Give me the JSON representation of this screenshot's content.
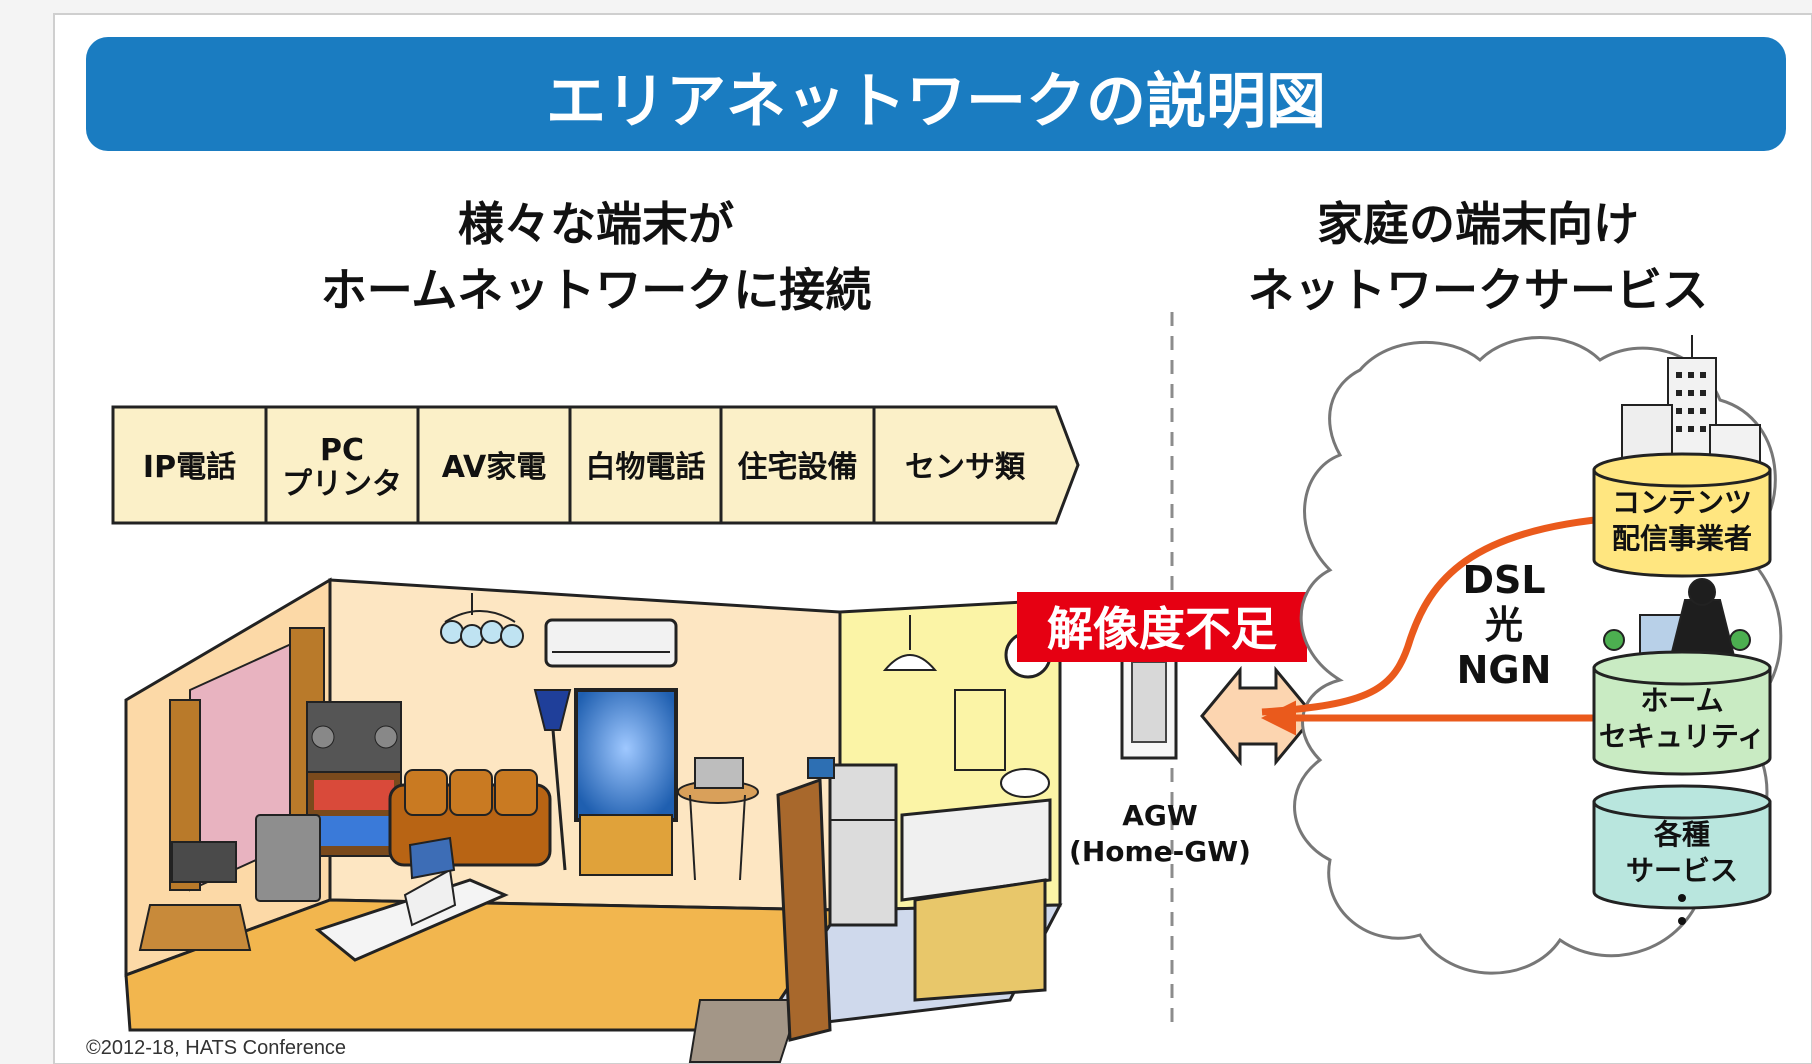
{
  "title": "エリアネットワークの説明図",
  "left_heading": [
    "様々な端末が",
    "ホームネットワークに接続"
  ],
  "right_heading": [
    "家庭の端末向け",
    "ネットワークサービス"
  ],
  "device_categories": [
    {
      "label": [
        "IP電話"
      ]
    },
    {
      "label": [
        "PC",
        "プリンタ"
      ]
    },
    {
      "label": [
        "AV家電"
      ]
    },
    {
      "label": [
        "白物電話"
      ]
    },
    {
      "label": [
        "住宅設備"
      ]
    },
    {
      "label": [
        "センサ類"
      ]
    }
  ],
  "badge": "解像度不足",
  "gateway": [
    "AGW",
    "(Home-GW)"
  ],
  "network_types": [
    "DSL",
    "光",
    "NGN"
  ],
  "services": [
    {
      "label": [
        "コンテンツ",
        "配信事業者"
      ],
      "color": "#ffe680"
    },
    {
      "label": [
        "ホーム",
        "セキュリティ"
      ],
      "color": "#c9ebc3"
    },
    {
      "label": [
        "各種",
        "サービス"
      ],
      "color": "#b9e6de"
    }
  ],
  "copyright": "©2012-18, HATS Conference",
  "colors": {
    "title_bar": "#1a7cc1",
    "badge": "#e60012",
    "arrow": "#ea5a1c",
    "chevron_fill": "#fbf0c8",
    "gateway_arrow": "#fcd5b0"
  }
}
